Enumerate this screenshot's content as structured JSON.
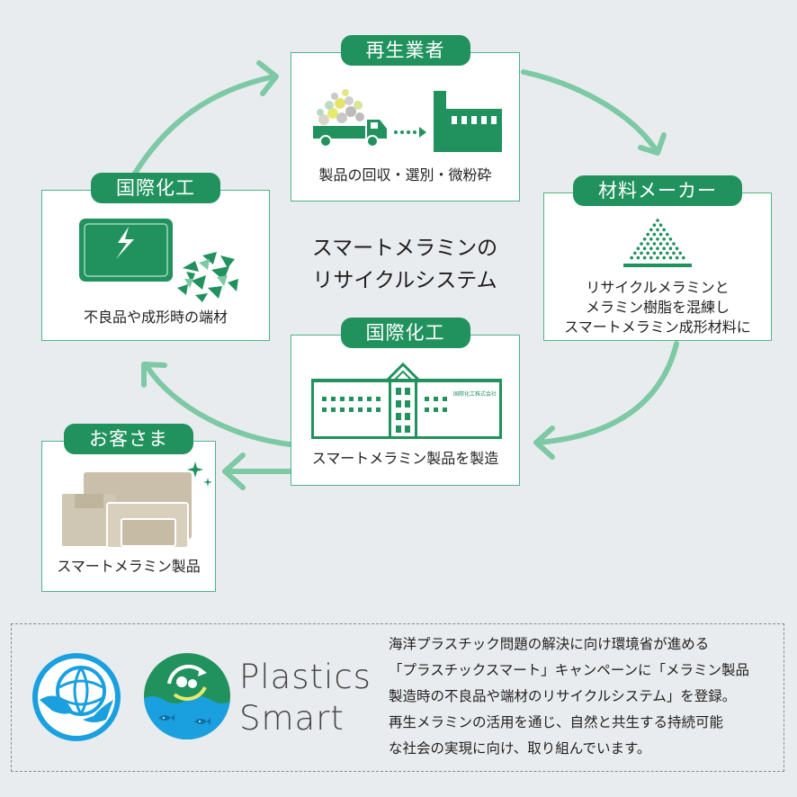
{
  "colors": {
    "green_dark": "#21925e",
    "green_light": "#7dc9a6",
    "border": "#4fb388",
    "background": "#e9ecee",
    "blue": "#1aa0df"
  },
  "diagram": {
    "title_line1": "スマートメラミンの",
    "title_line2": "リサイクルシステム",
    "nodes": {
      "recycler": {
        "tag": "再生業者",
        "caption": "製品の回収・選別・微粉砕",
        "icon": "truck-to-factory-icon"
      },
      "material_maker": {
        "tag": "材料メーカー",
        "caption_lines": [
          "リサイクルメラミンと",
          "メラミン樹脂を混練し",
          "スマートメラミン成形材料に"
        ],
        "icon": "powder-pile-icon"
      },
      "kokusai_top": {
        "tag": "国際化工",
        "caption": "不良品や成形時の端材",
        "icon": "broken-panel-icon"
      },
      "kokusai_center": {
        "tag": "国際化工",
        "caption": "スマートメラミン製品を製造",
        "factory_sign": "国際化工株式会社",
        "icon": "factory-icon"
      },
      "customer": {
        "tag": "お客さま",
        "caption": "スマートメラミン製品",
        "icon": "melamine-products-icon"
      }
    }
  },
  "footer": {
    "logo_left_icon": "globe-hands-icon",
    "logo_right_icon": "plastics-smart-icon",
    "plastics_smart_line1": "Plastics",
    "plastics_smart_line2": "Smart",
    "text_lines": [
      "海洋プラスチック問題の解決に向け環境省が進める",
      "「プラスチックスマート」キャンペーンに「メラミン製品",
      "製造時の不良品や端材のリサイクルシステム」を登録。",
      "再生メラミンの活用を通じ、自然と共生する持続可能",
      "な社会の実現に向け、取り組んでいます。"
    ]
  }
}
